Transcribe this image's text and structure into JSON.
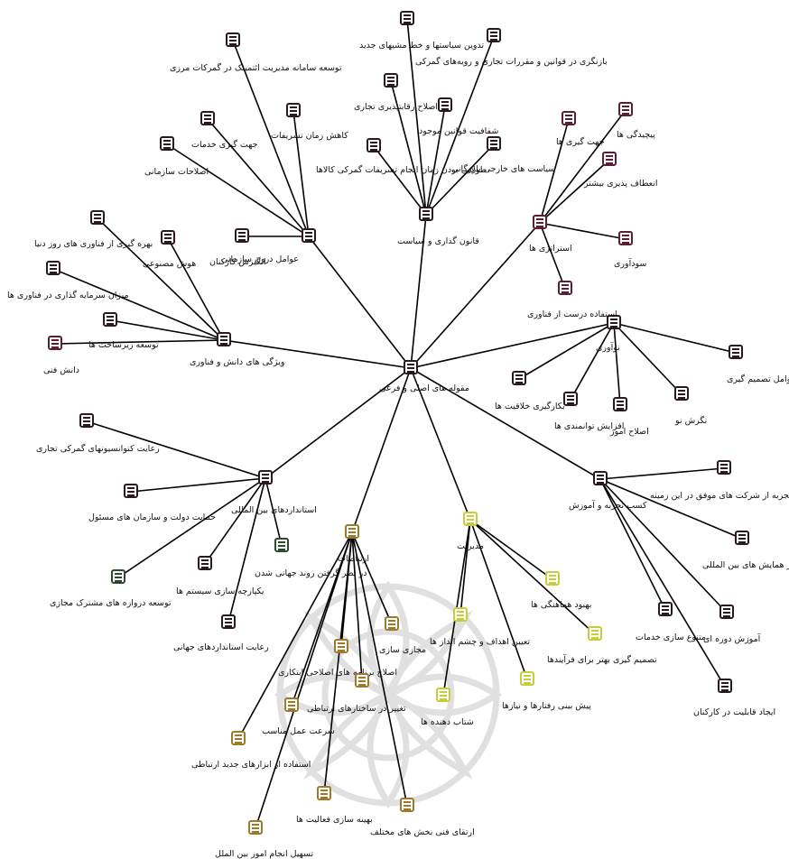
{
  "colors": {
    "edge": "#000000",
    "watermark": "#d6d6d6",
    "group_dark": "#2a1a1f",
    "group_maroon": "#5a2030",
    "group_gold": "#9c7a2a",
    "group_yellow": "#c8cc3a",
    "group_green": "#2e4a2e"
  },
  "root": {
    "id": "root",
    "label": "مقوله های اصلی و فرعی",
    "icon": "list-icon",
    "color": "#2a1a1f"
  },
  "nodes": [
    {
      "id": "n_internal",
      "label": "عوامل درون سازمانی",
      "icon": "list-icon",
      "color": "#2a1a1f",
      "parent": "root"
    },
    {
      "id": "n_law",
      "label": "قانون گذاری و سیاست",
      "icon": "list-icon",
      "color": "#2a1a1f",
      "parent": "root"
    },
    {
      "id": "n_strategy",
      "label": "استراتژی ها",
      "icon": "list-icon",
      "color": "#5a2030",
      "parent": "root"
    },
    {
      "id": "n_innovation",
      "label": "نوآوری",
      "icon": "list-icon",
      "color": "#2a1a1f",
      "parent": "root"
    },
    {
      "id": "n_knowledge",
      "label": "ویژگی های دانش و فناوری",
      "icon": "list-icon",
      "color": "#2a1a1f",
      "parent": "root"
    },
    {
      "id": "n_standards",
      "label": "استانداردهای بین المللی",
      "icon": "list-icon",
      "color": "#2a1a1f",
      "parent": "root"
    },
    {
      "id": "n_comm",
      "label": "ارتباطات",
      "icon": "list-icon",
      "color": "#9c7a2a",
      "parent": "root"
    },
    {
      "id": "n_mgmt",
      "label": "مدیریت",
      "icon": "list-icon",
      "color": "#c8cc3a",
      "parent": "root"
    },
    {
      "id": "n_experience",
      "label": "کسب تجربه و آموزش",
      "icon": "list-icon",
      "color": "#2a1a1f",
      "parent": "root"
    },
    {
      "id": "a1",
      "label": "توسعه سامانه مدیریت ائتمینک در گمرکات مرزی",
      "icon": "list-icon",
      "color": "#2a1a1f",
      "parent": "n_internal"
    },
    {
      "id": "a2",
      "label": "کاهش زمان تشریفات",
      "icon": "list-icon",
      "color": "#2a1a1f",
      "parent": "n_internal"
    },
    {
      "id": "a3",
      "label": "جهت گیری خدمات",
      "icon": "list-icon",
      "color": "#2a1a1f",
      "parent": "n_internal"
    },
    {
      "id": "a4",
      "label": "اصلاحات سازمانی",
      "icon": "list-icon",
      "color": "#2a1a1f",
      "parent": "n_internal"
    },
    {
      "id": "a5",
      "label": "انگیزش کارکنان",
      "icon": "list-icon",
      "color": "#2a1a1f",
      "parent": "n_internal"
    },
    {
      "id": "b1",
      "label": "تدوین سیاستها و خط مشیهای جدید",
      "icon": "list-icon",
      "color": "#2a1a1f",
      "parent": "n_law"
    },
    {
      "id": "b2",
      "label": "بازنگری در قوانین و مقررات تجاری و رویه‌های گمرکی",
      "icon": "list-icon",
      "color": "#2a1a1f",
      "parent": "n_law"
    },
    {
      "id": "b3",
      "label": "اصلاح رقابتپذیری تجاری",
      "icon": "list-icon",
      "color": "#2a1a1f",
      "parent": "n_law"
    },
    {
      "id": "b4",
      "label": "شفافیت قوانین موجود",
      "icon": "list-icon",
      "color": "#2a1a1f",
      "parent": "n_law"
    },
    {
      "id": "b5",
      "label": "طولانی بودن زمان انجام تشریفات گمرکی کالاها",
      "icon": "list-icon",
      "color": "#2a1a1f",
      "parent": "n_law"
    },
    {
      "id": "b6",
      "label": "سیاست های خارجی بازرگانی",
      "icon": "list-icon",
      "color": "#2a1a1f",
      "parent": "n_law"
    },
    {
      "id": "c1",
      "label": "جهت گیری ها",
      "icon": "list-icon",
      "color": "#5a2030",
      "parent": "n_strategy"
    },
    {
      "id": "c2",
      "label": "پیچیدگی ها",
      "icon": "list-icon",
      "color": "#5a2030",
      "parent": "n_strategy"
    },
    {
      "id": "c3",
      "label": "انعطاف پذیری بیشتر",
      "icon": "list-icon",
      "color": "#5a2030",
      "parent": "n_strategy"
    },
    {
      "id": "c4",
      "label": "سودآوری",
      "icon": "list-icon",
      "color": "#5a2030",
      "parent": "n_strategy"
    },
    {
      "id": "c5",
      "label": "استفاده درست از فناوری",
      "icon": "list-icon",
      "color": "#5a2030",
      "parent": "n_strategy"
    },
    {
      "id": "d1",
      "label": "عوامل تصمیم گیری",
      "icon": "list-icon",
      "color": "#2a1a1f",
      "parent": "n_innovation"
    },
    {
      "id": "d2",
      "label": "بکارگیری خلاقیت ها",
      "icon": "list-icon",
      "color": "#2a1a1f",
      "parent": "n_innovation"
    },
    {
      "id": "d3",
      "label": "افزایش توانمندی ها",
      "icon": "list-icon",
      "color": "#2a1a1f",
      "parent": "n_innovation"
    },
    {
      "id": "d4",
      "label": "اصلاح امور",
      "icon": "list-icon",
      "color": "#2a1a1f",
      "parent": "n_innovation"
    },
    {
      "id": "d5",
      "label": "نگرش نو",
      "icon": "list-icon",
      "color": "#2a1a1f",
      "parent": "n_innovation"
    },
    {
      "id": "e1",
      "label": "بهره گیری از فناوری های روز دنیا",
      "icon": "list-icon",
      "color": "#2a1a1f",
      "parent": "n_knowledge"
    },
    {
      "id": "e2",
      "label": "هوش مصنوعی",
      "icon": "list-icon",
      "color": "#2a1a1f",
      "parent": "n_knowledge"
    },
    {
      "id": "e3",
      "label": "میزان سرمایه گذاری در فناوری ها",
      "icon": "list-icon",
      "color": "#2a1a1f",
      "parent": "n_knowledge"
    },
    {
      "id": "e4",
      "label": "توسعه زیرساخت ها",
      "icon": "list-icon",
      "color": "#2a1a1f",
      "parent": "n_knowledge"
    },
    {
      "id": "e5",
      "label": "دانش فنی",
      "icon": "list-icon",
      "color": "#5a2030",
      "parent": "n_knowledge"
    },
    {
      "id": "f1",
      "label": "رعایت کنوانسیونهای گمرکی تجاری",
      "icon": "list-icon",
      "color": "#2a1a1f",
      "parent": "n_standards"
    },
    {
      "id": "f2",
      "label": "حمایت دولت و سازمان های مسئول",
      "icon": "list-icon",
      "color": "#2a1a1f",
      "parent": "n_standards"
    },
    {
      "id": "f3",
      "label": "یکپارچه سازی سیستم ها",
      "icon": "list-icon",
      "color": "#2a1a1f",
      "parent": "n_standards"
    },
    {
      "id": "f4",
      "label": "در نظر گرفتن روند جهانی شدن",
      "icon": "list-icon",
      "color": "#2e4a2e",
      "parent": "n_standards"
    },
    {
      "id": "f5",
      "label": "توسعه دروازه های مشترک مجازی",
      "icon": "list-icon",
      "color": "#2e4a2e",
      "parent": "n_standards"
    },
    {
      "id": "f6",
      "label": "رعایت استانداردهای جهانی",
      "icon": "list-icon",
      "color": "#2a1a1f",
      "parent": "n_standards"
    },
    {
      "id": "g1",
      "label": "مجازی سازی",
      "icon": "list-icon",
      "color": "#9c7a2a",
      "parent": "n_comm"
    },
    {
      "id": "g2",
      "label": "اصلاح برنامه های اصلاحی ابتکاری",
      "icon": "list-icon",
      "color": "#9c7a2a",
      "parent": "n_comm"
    },
    {
      "id": "g3",
      "label": "سرعت عمل مناسب",
      "icon": "list-icon",
      "color": "#9c7a2a",
      "parent": "n_comm"
    },
    {
      "id": "g4",
      "label": "تغییر در ساختارهای ارتباطی",
      "icon": "list-icon",
      "color": "#9c7a2a",
      "parent": "n_comm"
    },
    {
      "id": "g5",
      "label": "استفاده از ابزارهای جدید ارتباطی",
      "icon": "list-icon",
      "color": "#9c7a2a",
      "parent": "n_comm"
    },
    {
      "id": "g6",
      "label": "بهینه سازی فعالیت ها",
      "icon": "list-icon",
      "color": "#9c7a2a",
      "parent": "n_comm"
    },
    {
      "id": "g7",
      "label": "ارتقای فنی بخش های مختلف",
      "icon": "list-icon",
      "color": "#9c7a2a",
      "parent": "n_comm"
    },
    {
      "id": "g8",
      "label": "تسهیل انجام امور بین الملل",
      "icon": "list-icon",
      "color": "#9c7a2a",
      "parent": "n_comm"
    },
    {
      "id": "h1",
      "label": "بهبود هماهنگی ها",
      "icon": "list-icon",
      "color": "#c8cc3a",
      "parent": "n_mgmt"
    },
    {
      "id": "h2",
      "label": "تعیین اهداف و چشم انداز ها",
      "icon": "list-icon",
      "color": "#c8cc3a",
      "parent": "n_mgmt"
    },
    {
      "id": "h3",
      "label": "تصمیم گیری بهتر برای فرآیندها",
      "icon": "list-icon",
      "color": "#c8cc3a",
      "parent": "n_mgmt"
    },
    {
      "id": "h4",
      "label": "پیش بینی رفتارها و نیازها",
      "icon": "list-icon",
      "color": "#c8cc3a",
      "parent": "n_mgmt"
    },
    {
      "id": "h5",
      "label": "شتاب دهنده ها",
      "icon": "list-icon",
      "color": "#c8cc3a",
      "parent": "n_mgmt"
    },
    {
      "id": "i1",
      "label": "کسب تجربه از شرکت های موفق در این زمینه",
      "icon": "list-icon",
      "color": "#2a1a1f",
      "parent": "n_experience"
    },
    {
      "id": "i2",
      "label": "شرکت در همایش های بین المللی",
      "icon": "list-icon",
      "color": "#2a1a1f",
      "parent": "n_experience"
    },
    {
      "id": "i3",
      "label": "متنوع سازی خدمات",
      "icon": "list-icon",
      "color": "#2a1a1f",
      "parent": "n_experience"
    },
    {
      "id": "i4",
      "label": "آموزش دوره ای",
      "icon": "list-icon",
      "color": "#2a1a1f",
      "parent": "n_experience"
    },
    {
      "id": "i5",
      "label": "ایجاد قابلیت در کارکنان",
      "icon": "list-icon",
      "color": "#2a1a1f",
      "parent": "n_experience"
    }
  ]
}
